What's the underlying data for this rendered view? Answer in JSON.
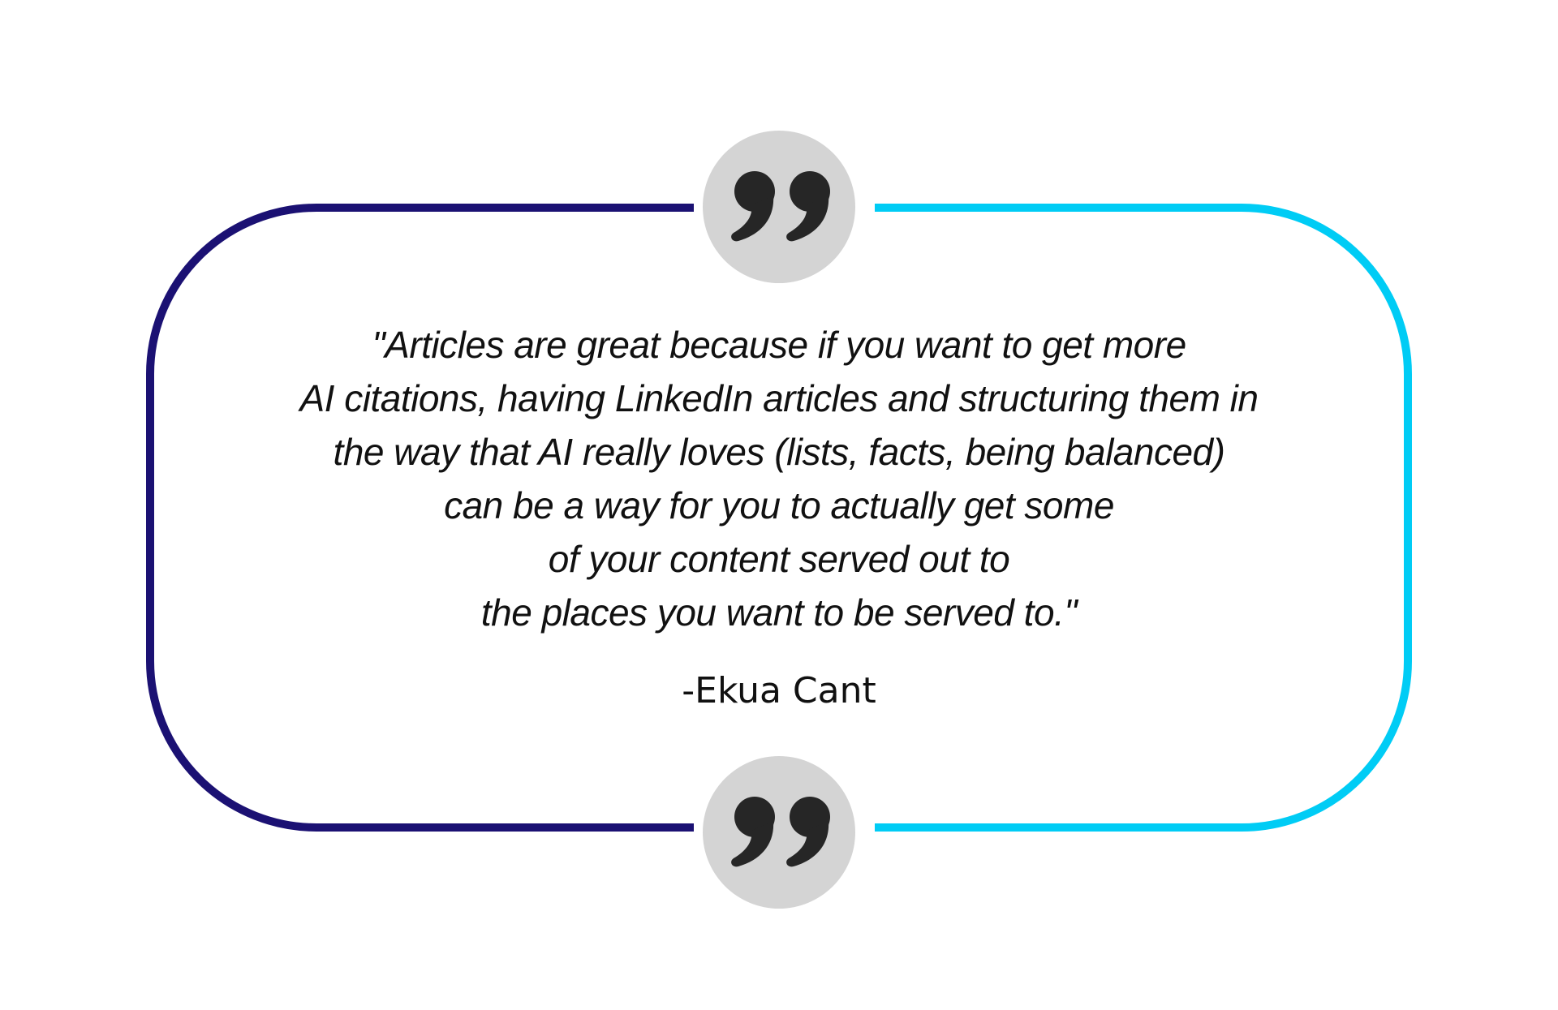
{
  "quote": {
    "lines": [
      "\"Articles are great because if you want to get more",
      "AI citations, having LinkedIn articles and structuring them in",
      "the way that AI really loves (lists, facts, being balanced)",
      "can be a way for you to actually get some",
      "of your content served out to",
      "the places you want to be served to.\""
    ],
    "attribution": "-Ekua Cant"
  },
  "icons": {
    "top": "quotation-mark-icon",
    "bottom": "quotation-mark-icon"
  },
  "colors": {
    "frame_left": "#1b1173",
    "frame_right": "#00ccf5",
    "badge": "#d4d4d4",
    "quote_mark": "#262626",
    "text": "#111111"
  }
}
